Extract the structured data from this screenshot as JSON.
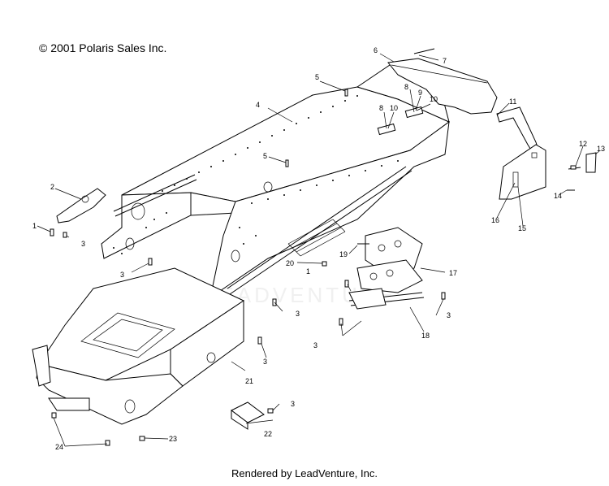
{
  "header": {
    "copyright": "© 2001 Polaris Sales Inc."
  },
  "footer": {
    "text": "Rendered by LeadVenture, Inc."
  },
  "watermark": {
    "text": "LEADVENTURE"
  },
  "callouts": [
    {
      "label": "1"
    },
    {
      "label": "2"
    },
    {
      "label": "3"
    },
    {
      "label": "3"
    },
    {
      "label": "3"
    },
    {
      "label": "3"
    },
    {
      "label": "3"
    },
    {
      "label": "3"
    },
    {
      "label": "3"
    },
    {
      "label": "3"
    },
    {
      "label": "4"
    },
    {
      "label": "5"
    },
    {
      "label": "5"
    },
    {
      "label": "6"
    },
    {
      "label": "7"
    },
    {
      "label": "8"
    },
    {
      "label": "8"
    },
    {
      "label": "9"
    },
    {
      "label": "10"
    },
    {
      "label": "10"
    },
    {
      "label": "11"
    },
    {
      "label": "12"
    },
    {
      "label": "13"
    },
    {
      "label": "14"
    },
    {
      "label": "15"
    },
    {
      "label": "16"
    },
    {
      "label": "17"
    },
    {
      "label": "18"
    },
    {
      "label": "19"
    },
    {
      "label": "20"
    },
    {
      "label": "21"
    },
    {
      "label": "22"
    },
    {
      "label": "23"
    },
    {
      "label": "24"
    },
    {
      "label": "1"
    }
  ]
}
